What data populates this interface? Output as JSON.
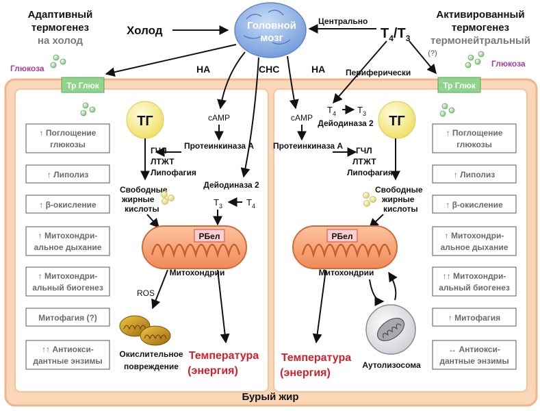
{
  "colors": {
    "fat_bg": "#fbd7b8",
    "fat_border": "#f0b48d",
    "panel_bg": "#ffffff",
    "panel_border": "#f4c3a0",
    "brain": "#8fb2e6",
    "transporter": "#8fd48c",
    "tg": "#f5ea7a",
    "mito": "#f49a6a",
    "red_text": "#d0202a",
    "gray_text": "#7a7a7a",
    "purple_text": "#a040a0"
  },
  "header": {
    "left_title_1": "Адаптивный",
    "left_title_2": "термогенез",
    "left_title_3": "на холод",
    "right_title_1": "Активированный",
    "right_title_2": "термогенез",
    "right_title_3": "термонейтральный",
    "right_title_q": "(?)",
    "cold": "Холод",
    "brain_1": "Головной",
    "brain_2": "мозг",
    "centrally": "Центрально",
    "t4t3_a": "T",
    "t4t3_sub4": "4",
    "t4t3_slash": "/T",
    "t4t3_sub3": "3",
    "peripherally": "Периферически",
    "na_left": "НА",
    "sns": "СНС",
    "na_right": "НА",
    "glucose_left": "Глюкоза",
    "glucose_right": "Глюкоза"
  },
  "left": {
    "transporter": "Тр Глюк",
    "tg": "ТГ",
    "camp": "cAMP",
    "pka": "Протеинкиназа  А",
    "ghl": "ГЧЛ",
    "ltzht": "ЛТЖТ",
    "lipophagy": "Липофагия",
    "ffa_1": "Свободные",
    "ffa_2": "жирные",
    "ffa_3": "кислоты",
    "deiodinase": "Дейодиназа 2",
    "t3": "T",
    "t3_sub": "3",
    "t4": "T",
    "t4_sub": "4",
    "ucp": "РБел",
    "mito": "Митохондрии",
    "ros": "ROS",
    "oxid_1": "Окислительное",
    "oxid_2": "повреждение",
    "temp_1": "Температура",
    "temp_2": "(энергия)",
    "boxes": [
      {
        "l1": "↑ Поглощение",
        "l2": "глюкозы"
      },
      {
        "l1": "↑ Липолиз",
        "l2": ""
      },
      {
        "l1": "↑ β-окисление",
        "l2": ""
      },
      {
        "l1": "↑ Митохондри-",
        "l2": "альное дыхание"
      },
      {
        "l1": "↑ Митохондри-",
        "l2": "альный биогенез"
      },
      {
        "l1": "Митофагия (?)",
        "l2": ""
      },
      {
        "l1": "↑↑ Антиокси-",
        "l2": "дантные энзимы"
      }
    ]
  },
  "right": {
    "transporter": "Тр Глюк",
    "tg": "ТГ",
    "camp": "cAMP",
    "pka": "Протеинкиназа  А",
    "ghl": "ГЧЛ",
    "ltzht": "ЛТЖТ",
    "lipophagy": "Липофагия",
    "ffa_1": "Свободные",
    "ffa_2": "жирные",
    "ffa_3": "кислоты",
    "deiodinase": "Дейодиназа 2",
    "t4": "T",
    "t4_sub": "4",
    "t3": "T",
    "t3_sub": "3",
    "ucp": "РБел",
    "mito": "Митохондрии",
    "autolysosome": "Аутолизосома",
    "temp_1": "Температура",
    "temp_2": "(энергия)",
    "boxes": [
      {
        "l1": "↑ Поглощение",
        "l2": "глюкозы"
      },
      {
        "l1": "↑ Липолиз",
        "l2": ""
      },
      {
        "l1": "↑ β-окисление",
        "l2": ""
      },
      {
        "l1": "↑ Митохондри-",
        "l2": "альное дыхание"
      },
      {
        "l1": "↑↑ Митохондри-",
        "l2": "альный биогенез"
      },
      {
        "l1": "↑ Митофагия",
        "l2": ""
      },
      {
        "l1": "↔ Антиокси-",
        "l2": "дантные энзимы"
      }
    ]
  },
  "footer": {
    "brown_fat": "Бурый жир"
  }
}
